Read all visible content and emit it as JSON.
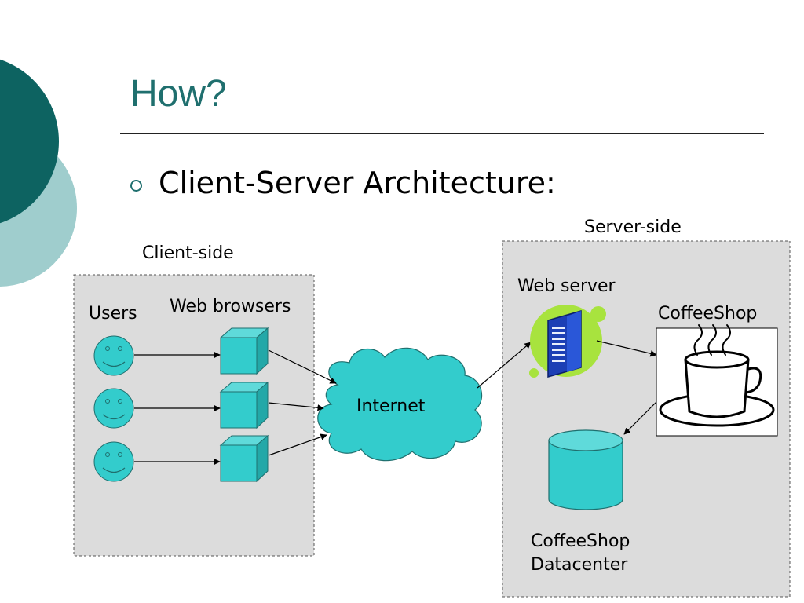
{
  "slide": {
    "title": "How?",
    "bullet": "Client-Server Architecture:"
  },
  "diagram": {
    "client_region_label": "Client-side",
    "server_region_label": "Server-side",
    "users_label": "Users",
    "browsers_label": "Web browsers",
    "internet_label": "Internet",
    "web_server_label": "Web server",
    "coffeeshop_label": "CoffeeShop",
    "datacenter_label_line1": "CoffeeShop",
    "datacenter_label_line2": "Datacenter"
  },
  "colors": {
    "accent_dark": "#0d6361",
    "accent_light": "#9fcdcd",
    "title": "#1f6f6e",
    "shape_fill": "#33cccc",
    "region_fill": "#dcdcdc",
    "server_glow": "#a8e33e"
  }
}
